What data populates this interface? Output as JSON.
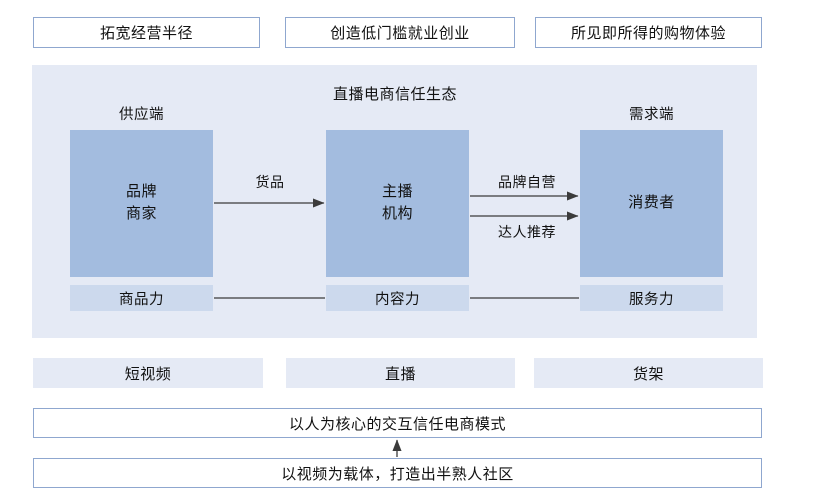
{
  "top_statements": [
    {
      "label": "拓宽经营半径"
    },
    {
      "label": "创造低门槛就业创业"
    },
    {
      "label": "所见即所得的购物体验"
    }
  ],
  "ecosystem": {
    "title": "直播电商信任生态",
    "supply_label": "供应端",
    "demand_label": "需求端",
    "actors": [
      {
        "line1": "品牌",
        "line2": "商家"
      },
      {
        "line1": "主播",
        "line2": "机构"
      },
      {
        "line1": "消费者",
        "line2": ""
      }
    ],
    "flows": [
      {
        "label": "货品"
      },
      {
        "label": "品牌自营"
      },
      {
        "label": "达人推荐"
      }
    ],
    "capabilities": [
      {
        "label": "商品力"
      },
      {
        "label": "内容力"
      },
      {
        "label": "服务力"
      }
    ]
  },
  "channels": [
    {
      "label": "短视频"
    },
    {
      "label": "直播"
    },
    {
      "label": "货架"
    }
  ],
  "banners": [
    {
      "label": "以人为核心的交互信任电商模式"
    },
    {
      "label": "以视频为载体，打造出半熟人社区"
    }
  ],
  "colors": {
    "panel_bg": "#e5eaf5",
    "actor_fill": "#a3bcdf",
    "capability_fill": "#ccd9ed",
    "border_blue": "#8fa7cf",
    "line_dark": "#3b3b3b"
  }
}
